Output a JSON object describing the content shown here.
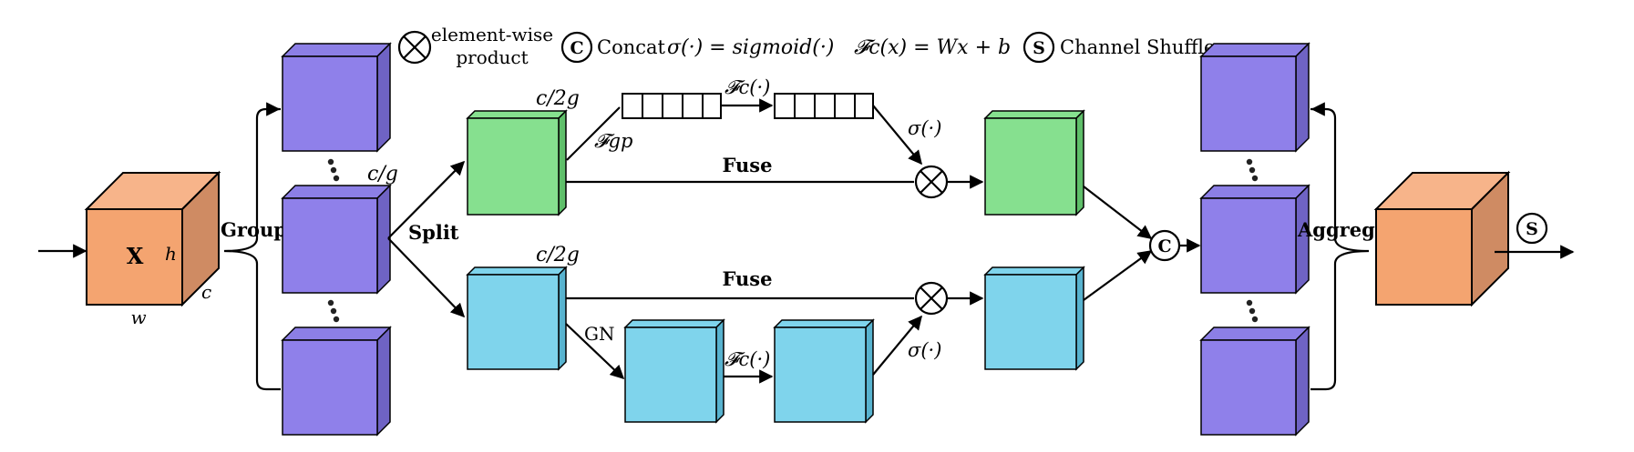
{
  "legend": {
    "product_line1": "element-wise",
    "product_line2": "product",
    "concat_symbol": "C",
    "concat_label": "Concat",
    "sigma_def": "σ(·) = sigmoid(·)",
    "fc_def": "𝓕c(x) = Wx + b",
    "shuffle_symbol": "S",
    "shuffle_label": "Channel Shuffle"
  },
  "input_block": {
    "x_label": "X",
    "h_label": "h",
    "w_label": "w",
    "c_label": "c"
  },
  "labels": {
    "group": "Group",
    "c_over_g": "c/g",
    "split": "Split",
    "c_over_2g_top": "c/2g",
    "c_over_2g_bottom": "c/2g",
    "f_gp": "𝓕gp",
    "fc_top": "𝓕c(·)",
    "sigma_top": "σ(·)",
    "fuse_top": "Fuse",
    "fuse_bottom": "Fuse",
    "gn": "GN",
    "fc_bottom": "𝓕c(·)",
    "sigma_bottom": "σ(·)",
    "concat_node": "C",
    "aggregate": "Aggregate",
    "shuffle_node": "S"
  },
  "colors": {
    "orange_front": "#f4a470",
    "orange_top": "#f7b48a",
    "orange_side": "#cf8b63",
    "purple_front": "#8f80ea",
    "purple_top": "#8c7fe6",
    "purple_side": "#6f63c4",
    "green_front": "#86e08f",
    "green_side": "#5fbf6a",
    "cyan_front": "#7fd4ec",
    "cyan_side": "#58b3cf"
  }
}
